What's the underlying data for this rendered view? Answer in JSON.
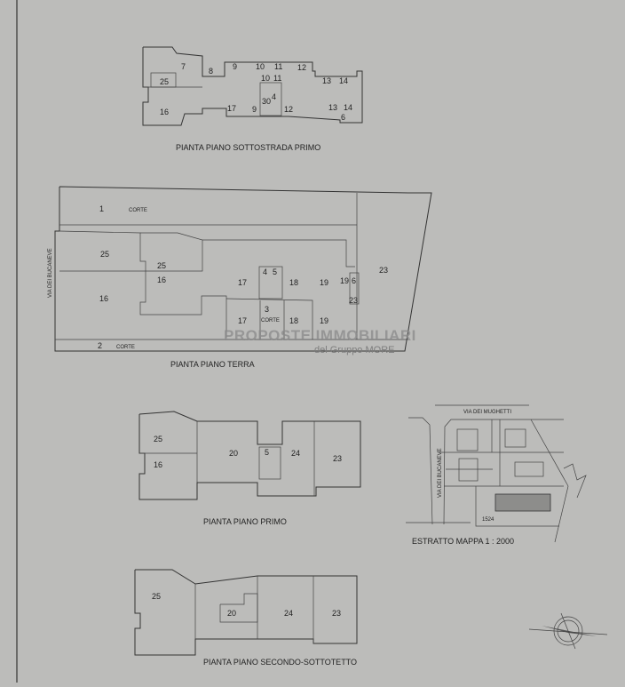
{
  "plans": {
    "basement": {
      "title": "PIANTA PIANO SOTTOSTRADA PRIMO",
      "labels": [
        "7",
        "8",
        "9",
        "10",
        "11",
        "12",
        "13",
        "14",
        "25",
        "16",
        "10",
        "11",
        "30",
        "4",
        "9",
        "17",
        "12",
        "13",
        "14",
        "6"
      ]
    },
    "ground": {
      "title": "PIANTA PIANO TERRA",
      "street": "VIA DEI BUCANEVE",
      "labels": [
        "1",
        "CORTE",
        "25",
        "25",
        "16",
        "16",
        "17",
        "4",
        "5",
        "18",
        "19",
        "19",
        "6",
        "23",
        "23",
        "17",
        "3",
        "CORTE",
        "18",
        "19",
        "2",
        "CORTE"
      ]
    },
    "first": {
      "title": "PIANTA PIANO PRIMO",
      "labels": [
        "25",
        "16",
        "20",
        "5",
        "24",
        "23"
      ]
    },
    "second": {
      "title": "PIANTA PIANO SECONDO-SOTTOTETTO",
      "labels": [
        "25",
        "20",
        "24",
        "23"
      ]
    }
  },
  "map": {
    "title": "ESTRATTO MAPPA 1 : 2000",
    "street_top": "VIA DEI MUGHETTI",
    "street_left": "VIA DEI BUCANEVE",
    "parcel": "1524"
  },
  "watermark": {
    "line1": "PROPOSTE IMMOBILIARI",
    "line2": "del Gruppo MORE"
  }
}
